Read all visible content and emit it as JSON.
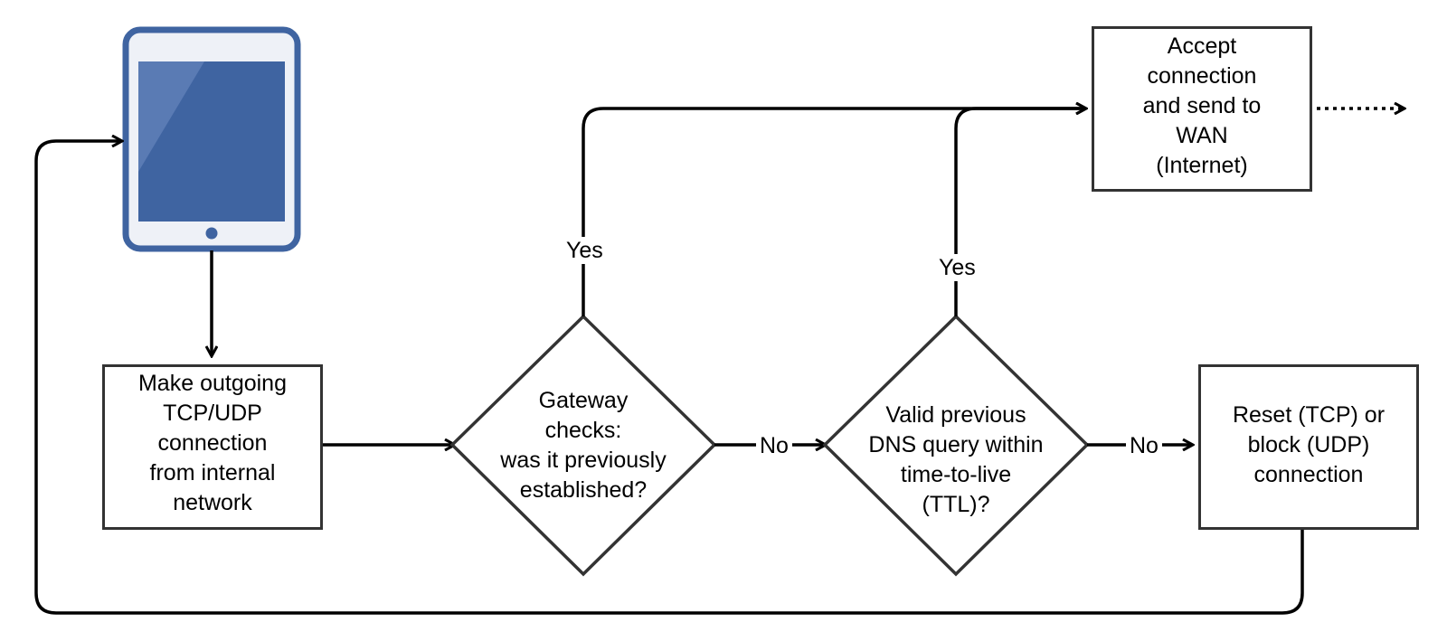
{
  "nodes": {
    "device": {
      "icon": "tablet-icon"
    },
    "make_connection": {
      "lines": [
        "Make outgoing",
        "TCP/UDP",
        "connection",
        "from internal",
        "network"
      ]
    },
    "gateway_check": {
      "lines": [
        "Gateway",
        "checks:",
        "was it previously",
        "established?"
      ]
    },
    "dns_check": {
      "lines": [
        "Valid previous",
        "DNS query within",
        "time-to-live",
        "(TTL)?"
      ]
    },
    "accept": {
      "lines": [
        "Accept",
        "connection",
        "and send to",
        "WAN",
        "(Internet)"
      ]
    },
    "reset": {
      "lines": [
        "Reset (TCP) or",
        "block (UDP)",
        "connection"
      ]
    }
  },
  "edges": {
    "gateway_yes": "Yes",
    "gateway_no": "No",
    "dns_yes": "Yes",
    "dns_no": "No"
  },
  "colors": {
    "stroke": "#333333",
    "tablet_frame": "#3f64a1",
    "tablet_screen": "#3f64a1",
    "tablet_body": "#eef1f7"
  }
}
